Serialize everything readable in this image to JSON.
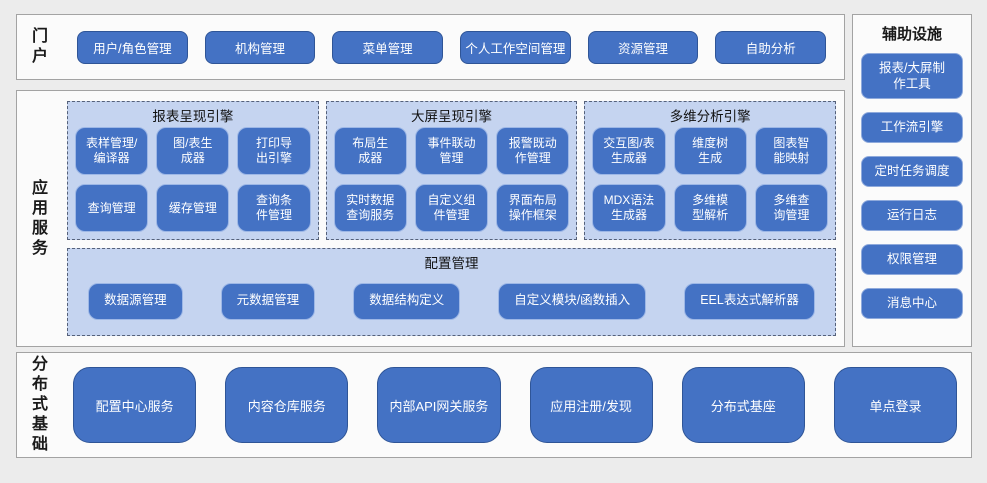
{
  "colors": {
    "node_blue": "#4472c4",
    "node_border_dark": "#2f5597",
    "node_border_light": "#9db7e6",
    "panel_bg": "#c5d4f0",
    "section_bg": "#fbfbfb",
    "page_bg": "#ececec"
  },
  "portal": {
    "label": "门户",
    "items": [
      "用户/角色管理",
      "机构管理",
      "菜单管理",
      "个人工作空间管理",
      "资源管理",
      "自助分析"
    ]
  },
  "app_services": {
    "label": "应用服务",
    "engines": [
      {
        "title": "报表呈现引擎",
        "items": [
          "表样管理/\n编译器",
          "图/表生\n成器",
          "打印导\n出引擎",
          "查询管理",
          "缓存管理",
          "查询条\n件管理"
        ]
      },
      {
        "title": "大屏呈现引擎",
        "items": [
          "布局生\n成器",
          "事件联动\n管理",
          "报警既动\n作管理",
          "实时数据\n查询服务",
          "自定义组\n件管理",
          "界面布局\n操作框架"
        ]
      },
      {
        "title": "多维分析引擎",
        "items": [
          "交互图/表\n生成器",
          "维度树\n生成",
          "图表智\n能映射",
          "MDX语法\n生成器",
          "多维模\n型解析",
          "多维查\n询管理"
        ]
      }
    ],
    "config": {
      "title": "配置管理",
      "items": [
        "数据源管理",
        "元数据管理",
        "数据结构定义",
        "自定义模块/函数插入",
        "EEL表达式解析器"
      ]
    }
  },
  "distributed": {
    "label": "分布式基础",
    "items": [
      "配置中心服务",
      "内容仓库服务",
      "内部API网关服务",
      "应用注册/发现",
      "分布式基座",
      "单点登录"
    ]
  },
  "auxiliary": {
    "title": "辅助设施",
    "items": [
      "报表/大屏制\n作工具",
      "工作流引擎",
      "定时任务调度",
      "运行日志",
      "权限管理",
      "消息中心"
    ]
  }
}
